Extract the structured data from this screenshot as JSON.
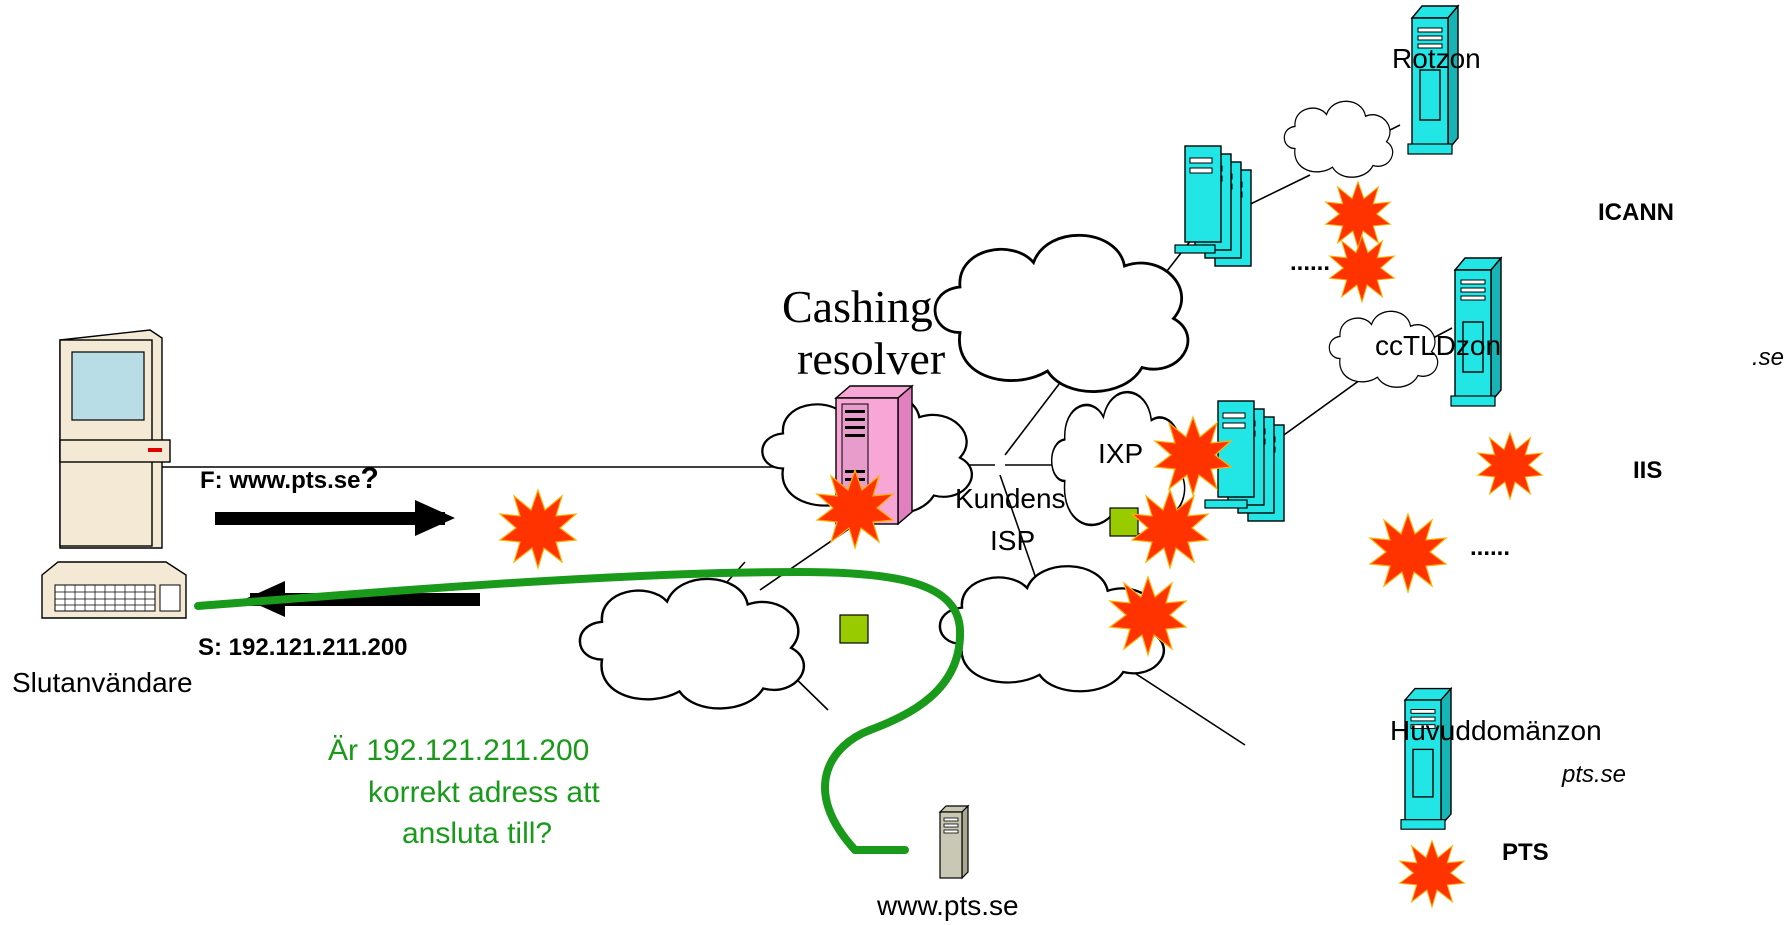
{
  "labels": {
    "root_zone": "Rotzon",
    "icann": "ICANN",
    "cctld_zone": "ccTLDzon",
    "se": ".se",
    "iis": "IIS",
    "caching_resolver_line1": "Cashing",
    "caching_resolver_line2": "resolver",
    "ixp": "IXP",
    "isp_line1": "Kundens",
    "isp_line2": "ISP",
    "query": "F: www.pts.se",
    "query_mark": "?",
    "answer": "S: 192.121.211.200",
    "end_user": "Slutanvändare",
    "question_line1": "Är 192.121.211.200",
    "question_line2": "korrekt adress att",
    "question_line3": "ansluta till?",
    "main_domain_zone": "Huvuddomänzon",
    "pts_se": "pts.se",
    "pts": "PTS",
    "web_server": "www.pts.se",
    "ellipsis_top": "......",
    "ellipsis_mid": "......"
  },
  "colors": {
    "server_cyan": "#22e6e6",
    "resolver_pink": "#f7a6d6",
    "attack_red": "#ff3300",
    "ixp_green": "#99cc00",
    "path_green": "#1a9a1a",
    "web_server_grey": "#c8c8b4"
  },
  "icons": {
    "attack": "explosion-burst-icon",
    "server": "server-tower-icon",
    "computer": "desktop-computer-icon",
    "cloud": "network-cloud-icon",
    "exchange": "exchange-point-icon"
  }
}
